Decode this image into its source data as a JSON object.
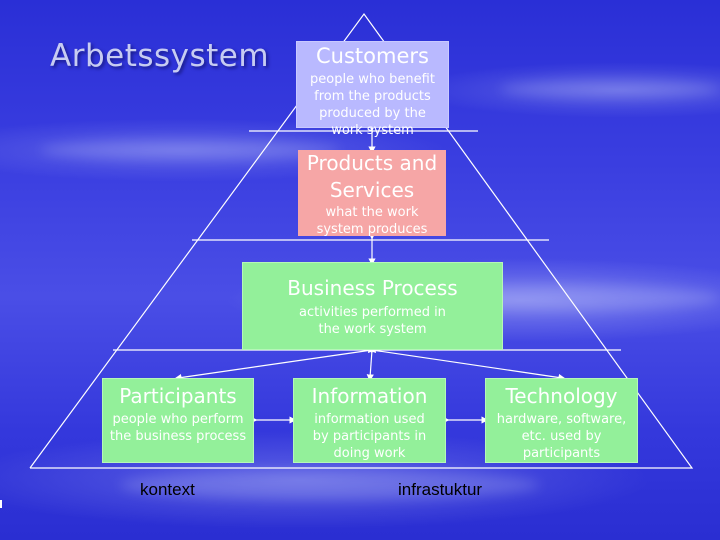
{
  "title": "Arbetssystem",
  "colors": {
    "background": "#3a3ee0",
    "customers_box": "#b9b9ff",
    "products_box": "#f6a6a6",
    "process_box": "#93f09a",
    "lines": "#ffffff",
    "footer_text": "#000000"
  },
  "diagram": {
    "customers": {
      "title": "Customers",
      "description": "people who benefit from the products produced by the work system"
    },
    "products": {
      "title": "Products and Services",
      "description": "what the work system produces"
    },
    "process": {
      "title": "Business Process",
      "description": "activities performed in the work system"
    },
    "participants": {
      "title": "Participants",
      "description": "people who perform the business process"
    },
    "information": {
      "title": "Information",
      "description": "information used by participants in doing work"
    },
    "technology": {
      "title": "Technology",
      "description": "hardware, software, etc. used by participants"
    }
  },
  "footer": {
    "left": "kontext",
    "right": "infrastuktur"
  }
}
